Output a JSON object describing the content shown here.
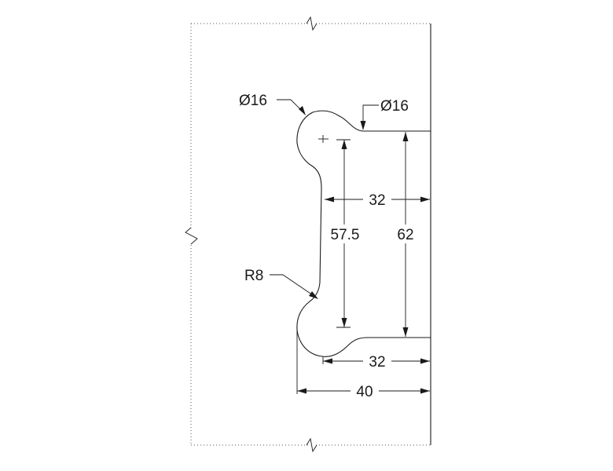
{
  "dimensions": {
    "dia_top_left": "Ø16",
    "dia_top_right": "Ø16",
    "width_upper": "32",
    "height_inner": "57.5",
    "height_outer": "62",
    "radius": "R8",
    "width_lower": "32",
    "width_overall": "40"
  },
  "colors": {
    "line": "#1a1a1a",
    "background": "#ffffff"
  }
}
